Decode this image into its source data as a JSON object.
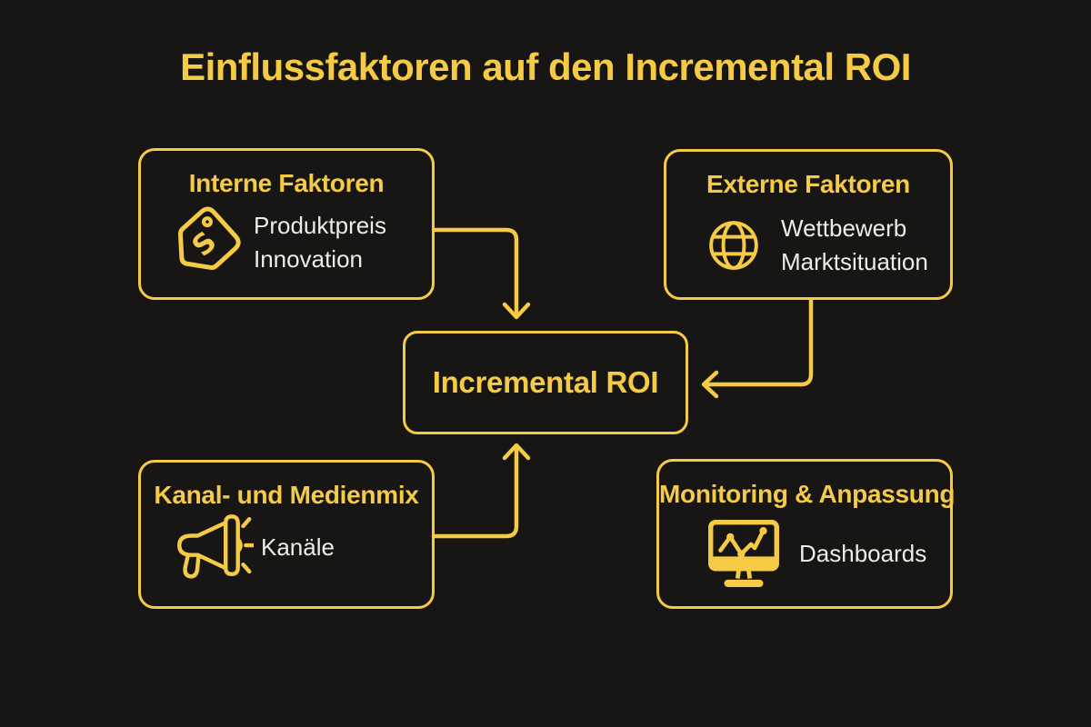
{
  "title": "Einflussfaktoren auf den Incremental ROI",
  "colors": {
    "background": "#171615",
    "accent": "#F5CB46",
    "text_light": "#EDECE8"
  },
  "center_node": {
    "label": "Incremental ROI"
  },
  "boxes": [
    {
      "title": "Interne Faktoren",
      "icon": "price-tag-icon",
      "items": [
        "Produktpreis",
        "Innovation"
      ]
    },
    {
      "title": "Externe Faktoren",
      "icon": "globe-icon",
      "items": [
        "Wettbewerb",
        "Marktsituation"
      ]
    },
    {
      "title": "Kanal- und Medienmix",
      "icon": "megaphone-icon",
      "items": [
        "Kanäle"
      ]
    },
    {
      "title": "Monitoring & Anpassung",
      "icon": "monitor-chart-icon",
      "items": [
        "Dashboards"
      ]
    }
  ],
  "connections": [
    {
      "from": "Interne Faktoren",
      "to": "Incremental ROI"
    },
    {
      "from": "Externe Faktoren",
      "to": "Incremental ROI"
    },
    {
      "from": "Kanal- und Medienmix",
      "to": "Incremental ROI"
    }
  ],
  "tag_symbol": "S"
}
